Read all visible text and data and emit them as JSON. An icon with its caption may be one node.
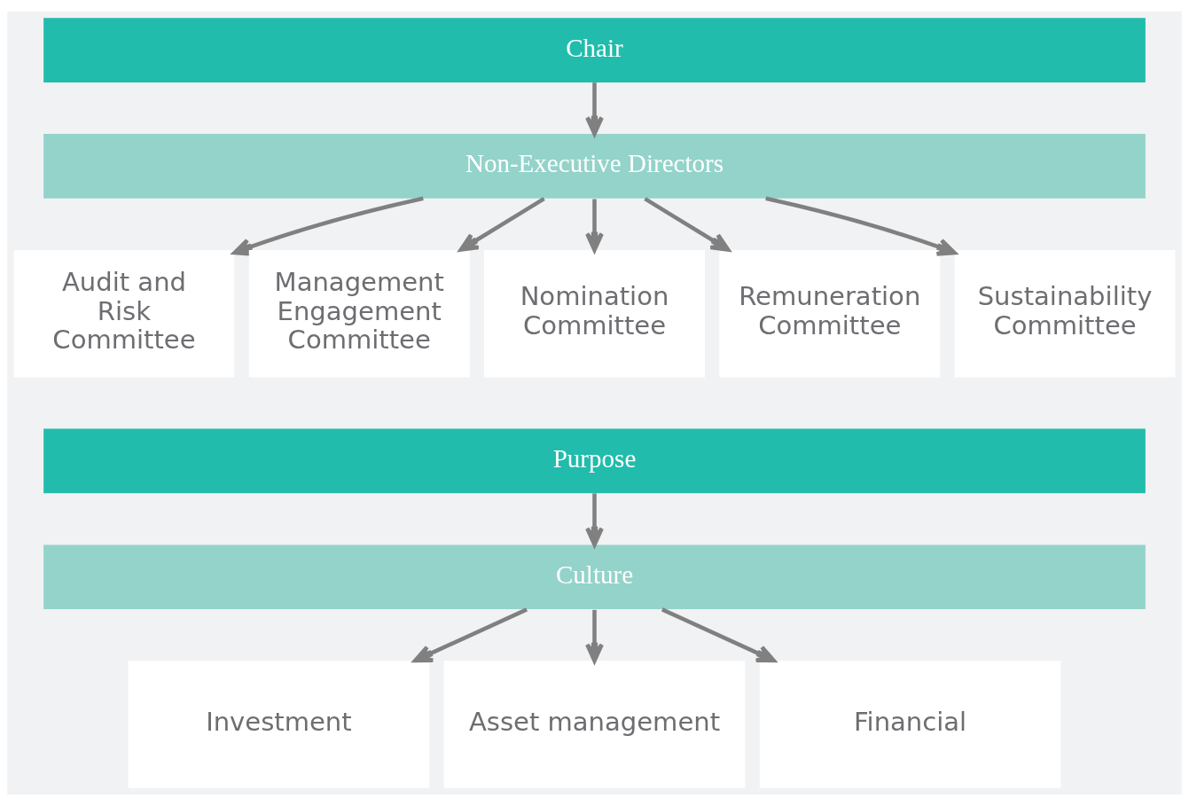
{
  "diagram": {
    "nodes": [
      {
        "text": [
          "Chair"
        ]
      },
      {
        "text": [
          "Non-Executive Directors"
        ]
      },
      {
        "text": [
          "Audit and Risk Committee"
        ]
      },
      {
        "text": [
          "Management Engagement Committee"
        ]
      },
      {
        "text": [
          "Nomination Committee"
        ]
      },
      {
        "text": [
          "Remuneration Committee"
        ]
      },
      {
        "text": [
          "Sustainability Committee"
        ]
      },
      {
        "text": [
          "Purpose"
        ]
      },
      {
        "text": [
          "Culture"
        ]
      },
      {
        "text": [
          "Investment"
        ]
      },
      {
        "text": [
          "Asset management"
        ]
      },
      {
        "text": [
          "Financial"
        ]
      }
    ],
    "edges": [
      {
        "from": 0,
        "to": 1,
        "arrow": "to"
      },
      {
        "from": 1,
        "to": 2,
        "arrow": "to"
      },
      {
        "from": 1,
        "to": 3,
        "arrow": "to"
      },
      {
        "from": 1,
        "to": 4,
        "arrow": "to"
      },
      {
        "from": 1,
        "to": 5,
        "arrow": "to"
      },
      {
        "from": 1,
        "to": 6,
        "arrow": "to"
      },
      {
        "from": 7,
        "to": 8,
        "arrow": "to"
      },
      {
        "from": 8,
        "to": 9,
        "arrow": "to"
      },
      {
        "from": 8,
        "to": 10,
        "arrow": "to"
      },
      {
        "from": 8,
        "to": 11,
        "arrow": "to"
      }
    ]
  }
}
